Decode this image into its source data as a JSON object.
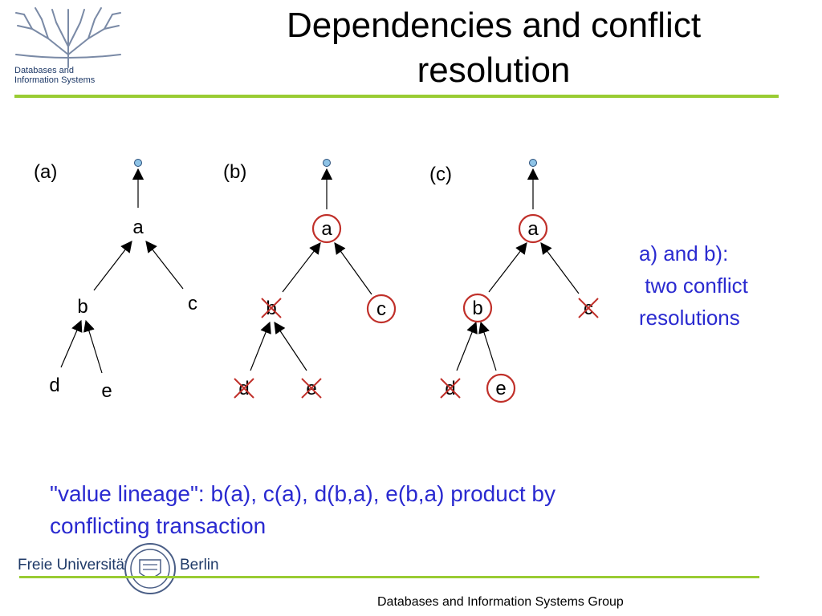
{
  "header": {
    "title_line1": "Dependencies and conflict",
    "title_line2": "resolution",
    "logo_line1": "Databases and",
    "logo_line2": "Information Systems"
  },
  "diagram": {
    "panels": [
      {
        "label": "(a)",
        "nodes": [
          "a",
          "b",
          "c",
          "d",
          "e"
        ]
      },
      {
        "label": "(b)",
        "nodes": [
          "a",
          "b",
          "c",
          "d",
          "e"
        ]
      },
      {
        "label": "(c)",
        "nodes": [
          "a",
          "b",
          "c",
          "d",
          "e"
        ]
      }
    ]
  },
  "side_note": {
    "line1": "a) and b):",
    "line2": " two conflict",
    "line3": "resolutions"
  },
  "lineage": {
    "line1": "\"value lineage\": b(a), c(a), d(b,a), e(b,a) product by",
    "line2": "conflicting transaction"
  },
  "footer": {
    "university_left": "Freie Universität",
    "university_right": "Berlin",
    "group": "Databases and Information Systems Group"
  },
  "colors": {
    "accent_rule": "#99cc33",
    "note_text": "#2a2ad0",
    "circle_red": "#c0302a",
    "cross_red": "#c0302a",
    "root_dot": "#8ec3e6"
  }
}
